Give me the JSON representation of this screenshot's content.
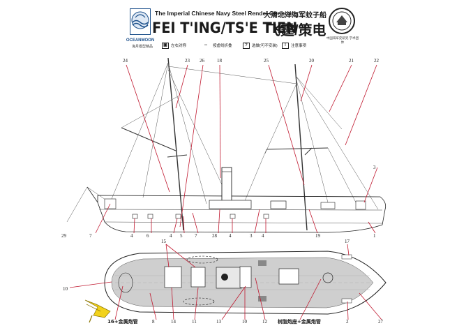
{
  "header": {
    "brand_name": "OCEANMOON",
    "brand_cn": "海月模型精品",
    "subtitle": "The Imperial Chinese Navy Steel Rendel Gunboat",
    "subtitle_cn": "大清北洋海军蚊子船",
    "title_en": "FEI T'ING/TS'E TIEN",
    "title_cn": "飞霆/策电",
    "seal_caption": "中国海军史研究\n学术团体"
  },
  "legend": [
    {
      "icon": "▣",
      "label": "左右对称"
    },
    {
      "icon": "--",
      "label": "按虚线折叠"
    },
    {
      "icon": "?",
      "label": "选做(可不安装)"
    },
    {
      "icon": "!",
      "label": "注意事项"
    }
  ],
  "side_view_labels": [
    {
      "text": "24"
    },
    {
      "text": "23"
    },
    {
      "text": "26"
    },
    {
      "text": "18"
    },
    {
      "text": "25"
    },
    {
      "text": "20"
    },
    {
      "text": "21"
    },
    {
      "text": "22"
    },
    {
      "text": "3"
    },
    {
      "text": "29"
    },
    {
      "text": "7"
    },
    {
      "text": "4"
    },
    {
      "text": "6"
    },
    {
      "text": "4"
    },
    {
      "text": "5"
    },
    {
      "text": "7"
    },
    {
      "text": "28"
    },
    {
      "text": "4"
    },
    {
      "text": "3"
    },
    {
      "text": "4"
    },
    {
      "text": "19"
    },
    {
      "text": "1"
    }
  ],
  "top_view_labels": [
    {
      "text": "15"
    },
    {
      "text": "17"
    },
    {
      "text": "10"
    },
    {
      "text": "16+金属炮管"
    },
    {
      "text": "8"
    },
    {
      "text": "14"
    },
    {
      "text": "11"
    },
    {
      "text": "13"
    },
    {
      "text": "10"
    },
    {
      "text": "12"
    },
    {
      "text": "树脂炮座+金属炮管"
    },
    {
      "text": "2"
    },
    {
      "text": "27"
    }
  ],
  "colors": {
    "accent_red": "#c0182f",
    "brand_blue": "#1b4f8a",
    "deck_gray": "#bfbfbf"
  }
}
